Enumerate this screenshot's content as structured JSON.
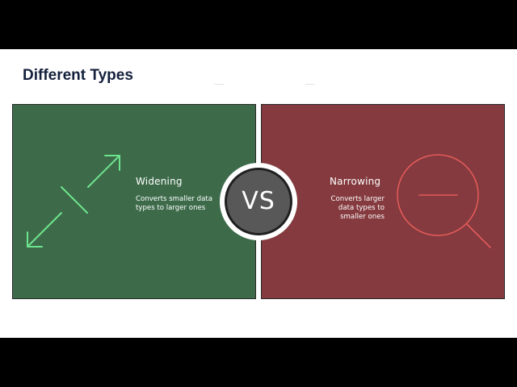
{
  "slide": {
    "title": "Different Types",
    "vs_label": "VS"
  },
  "widening": {
    "heading": "Widening",
    "description": "Converts smaller data types to larger ones",
    "accent_color": "#6ee38e",
    "icon": "diagonal-expand-arrows-icon"
  },
  "narrowing": {
    "heading": "Narrowing",
    "description": "Converts larger data types to smaller ones",
    "accent_color": "#e35a5a",
    "icon": "magnifier-minus-icon"
  },
  "colors": {
    "widening_panel": "#3d6b4a",
    "narrowing_panel": "#843a3e",
    "vs_badge": "#585858",
    "title_text": "#14213d"
  }
}
